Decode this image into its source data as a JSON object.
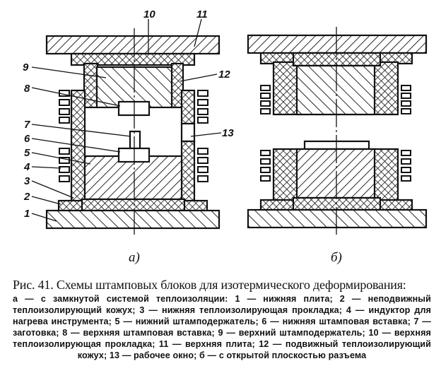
{
  "figure": {
    "labels": {
      "l1": "1",
      "l2": "2",
      "l3": "3",
      "l4": "4",
      "l5": "5",
      "l6": "6",
      "l7": "7",
      "l8": "8",
      "l9": "9",
      "l10": "10",
      "l11": "11",
      "l12": "12",
      "l13": "13"
    },
    "subfig_a": "а)",
    "subfig_b": "б)"
  },
  "caption": {
    "title": "Рис. 41. Схемы штамповых блоков для изотермического деформирования:",
    "body": "а — с замкнутой системой теплоизоляции: 1 — нижняя плита; 2 — неподвижный теплоизолирующий кожух; 3 — нижняя теплоизолирующая прокладка; 4 — индуктор для нагрева инструмента; 5 — нижний штамподержатель; 6 — нижняя штамповая вставка; 7 — заготовка; 8 — верхняя штамповая вставка; 9 — верхний штамподержатель; 10 — верхняя теплоизолирующая прокладка; 11 — верхняя плита; 12 — подвижный теплоизолирующий кожух; 13 — рабочее окно; б — с открытой плоскостью разъема"
  }
}
